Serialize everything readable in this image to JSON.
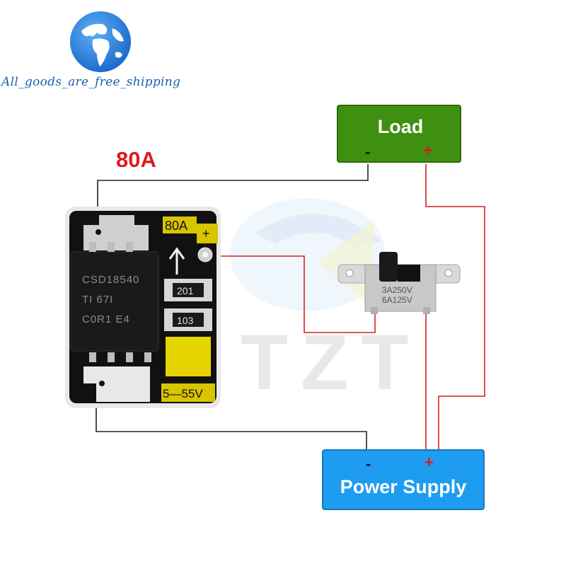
{
  "branding": {
    "caption": "All_goods_are_free_shipping",
    "watermark": "TZT"
  },
  "module": {
    "current_rating": "80A",
    "silkscreen_rating": "80A",
    "plus_pad": "+",
    "chip_line1": "CSD18540",
    "chip_line2": "TI  67I",
    "chip_line3": "C0R1  E4",
    "resistor1": "201",
    "resistor2": "103",
    "voltage_range": "5—55V"
  },
  "switch": {
    "line1": "3A250V",
    "line2": "6A125V"
  },
  "load": {
    "label": "Load",
    "minus": "-",
    "plus": "+"
  },
  "power_supply": {
    "label": "Power Supply",
    "minus": "-",
    "plus": "+"
  },
  "colors": {
    "load_fill": "#3f8f10",
    "power_fill": "#1e9cf0",
    "wire_red": "#d51f1f",
    "wire_black": "#222222",
    "pcb": "#111111",
    "label_red": "#e0191c"
  }
}
